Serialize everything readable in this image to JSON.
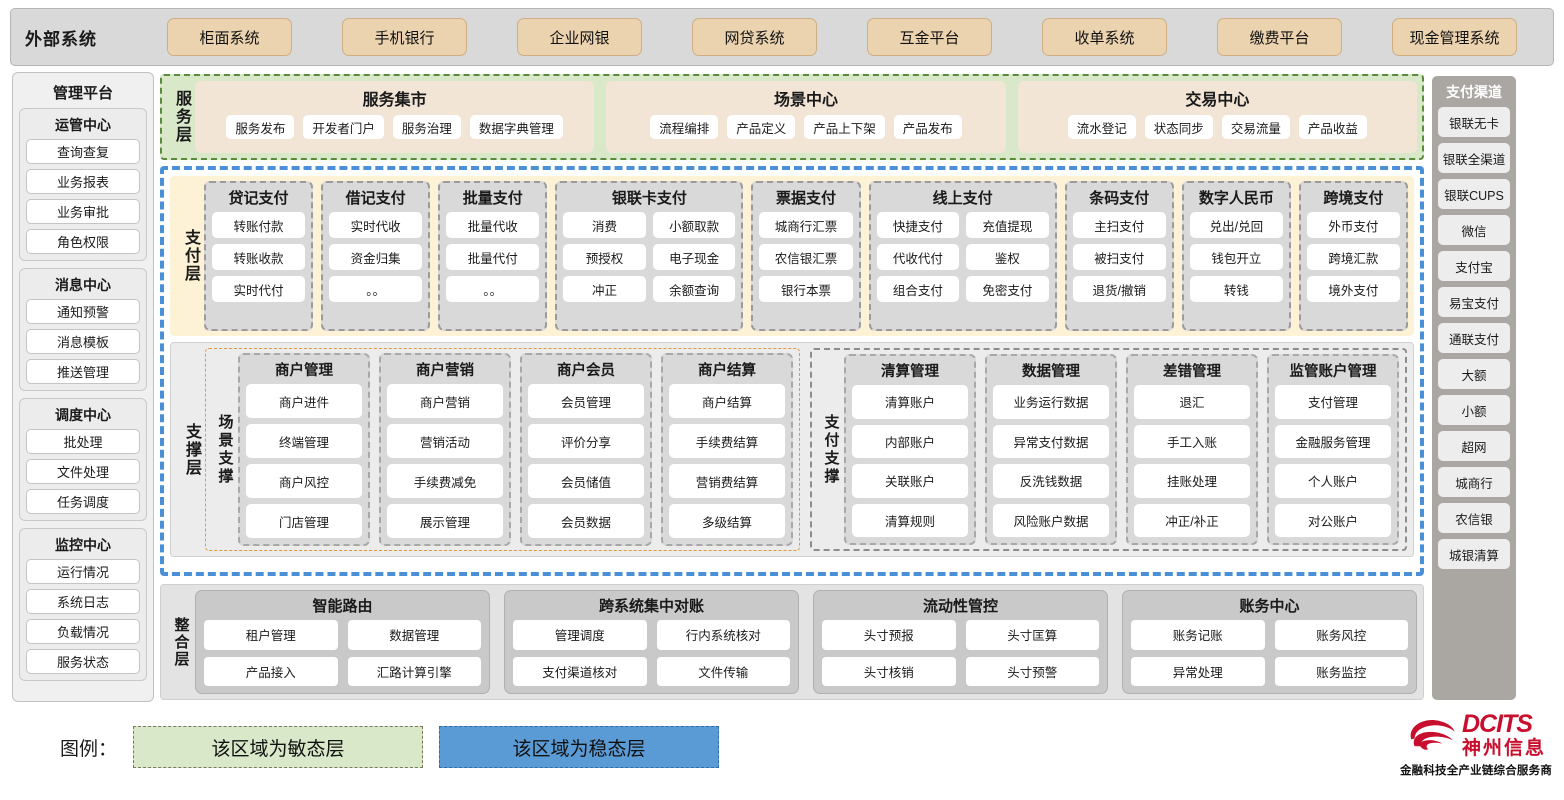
{
  "external": {
    "title": "外部系统",
    "items": [
      "柜面系统",
      "手机银行",
      "企业网银",
      "网贷系统",
      "互金平台",
      "收单系统",
      "缴费平台",
      "现金管理系统"
    ]
  },
  "management": {
    "title": "管理平台",
    "groups": [
      {
        "title": "运管中心",
        "items": [
          "查询查复",
          "业务报表",
          "业务审批",
          "角色权限"
        ]
      },
      {
        "title": "消息中心",
        "items": [
          "通知预警",
          "消息模板",
          "推送管理"
        ]
      },
      {
        "title": "调度中心",
        "items": [
          "批处理",
          "文件处理",
          "任务调度"
        ]
      },
      {
        "title": "监控中心",
        "items": [
          "运行情况",
          "系统日志",
          "负载情况",
          "服务状态"
        ]
      }
    ]
  },
  "channels": {
    "title": "支付渠道",
    "items": [
      "银联无卡",
      "银联全渠道",
      "银联CUPS",
      "微信",
      "支付宝",
      "易宝支付",
      "通联支付",
      "大额",
      "小额",
      "超网",
      "城商行",
      "农信银",
      "城银清算"
    ]
  },
  "service_layer": {
    "label": "服务层",
    "groups": [
      {
        "title": "服务集市",
        "items": [
          "服务发布",
          "开发者门户",
          "服务治理",
          "数据字典管理"
        ]
      },
      {
        "title": "场景中心",
        "items": [
          "流程编排",
          "产品定义",
          "产品上下架",
          "产品发布"
        ]
      },
      {
        "title": "交易中心",
        "items": [
          "流水登记",
          "状态同步",
          "交易流量",
          "产品收益"
        ]
      }
    ]
  },
  "payment_layer": {
    "label": "支付层",
    "columns": [
      {
        "title": "贷记支付",
        "cols": [
          [
            "转账付款",
            "转账收款",
            "实时代付"
          ]
        ]
      },
      {
        "title": "借记支付",
        "cols": [
          [
            "实时代收",
            "资金归集",
            "。。"
          ]
        ]
      },
      {
        "title": "批量支付",
        "cols": [
          [
            "批量代收",
            "批量代付",
            "。。"
          ]
        ]
      },
      {
        "title": "银联卡支付",
        "cols": [
          [
            "消费",
            "预授权",
            "冲正"
          ],
          [
            "小额取款",
            "电子现金",
            "余额查询"
          ]
        ]
      },
      {
        "title": "票据支付",
        "cols": [
          [
            "城商行汇票",
            "农信银汇票",
            "银行本票"
          ]
        ]
      },
      {
        "title": "线上支付",
        "cols": [
          [
            "快捷支付",
            "代收代付",
            "组合支付"
          ],
          [
            "充值提现",
            "鉴权",
            "免密支付"
          ]
        ]
      },
      {
        "title": "条码支付",
        "cols": [
          [
            "主扫支付",
            "被扫支付",
            "退货/撤销"
          ]
        ]
      },
      {
        "title": "数字人民币",
        "cols": [
          [
            "兑出/兑回",
            "钱包开立",
            "转钱"
          ]
        ]
      },
      {
        "title": "跨境支付",
        "cols": [
          [
            "外币支付",
            "跨境汇款",
            "境外支付"
          ]
        ]
      }
    ]
  },
  "support_layer": {
    "label": "支撑层",
    "scene": {
      "label": "场景支撑",
      "columns": [
        {
          "title": "商户管理",
          "items": [
            "商户进件",
            "终端管理",
            "商户风控",
            "门店管理"
          ]
        },
        {
          "title": "商户营销",
          "items": [
            "商户营销",
            "营销活动",
            "手续费减免",
            "展示管理"
          ]
        },
        {
          "title": "商户会员",
          "items": [
            "会员管理",
            "评价分享",
            "会员储值",
            "会员数据"
          ]
        },
        {
          "title": "商户结算",
          "items": [
            "商户结算",
            "手续费结算",
            "营销费结算",
            "多级结算"
          ]
        }
      ]
    },
    "payment_support": {
      "label": "支付支撑",
      "columns": [
        {
          "title": "清算管理",
          "items": [
            "清算账户",
            "内部账户",
            "关联账户",
            "清算规则"
          ]
        },
        {
          "title": "数据管理",
          "items": [
            "业务运行数据",
            "异常支付数据",
            "反洗钱数据",
            "风险账户数据"
          ]
        },
        {
          "title": "差错管理",
          "items": [
            "退汇",
            "手工入账",
            "挂账处理",
            "冲正/补正"
          ]
        },
        {
          "title": "监管账户管理",
          "items": [
            "支付管理",
            "金融服务管理",
            "个人账户",
            "对公账户"
          ]
        }
      ]
    }
  },
  "integration_layer": {
    "label": "整合层",
    "groups": [
      {
        "title": "智能路由",
        "items": [
          "租户管理",
          "数据管理",
          "产品接入",
          "汇路计算引擎"
        ]
      },
      {
        "title": "跨系统集中对账",
        "items": [
          "管理调度",
          "行内系统核对",
          "支付渠道核对",
          "文件传输"
        ]
      },
      {
        "title": "流动性管控",
        "items": [
          "头寸预报",
          "头寸匡算",
          "头寸核销",
          "头寸预警"
        ]
      },
      {
        "title": "账务中心",
        "items": [
          "账务记账",
          "账务风控",
          "异常处理",
          "账务监控"
        ]
      }
    ]
  },
  "legend": {
    "label": "图例：",
    "agile_text": "该区域为敏态层",
    "stable_text": "该区域为稳态层",
    "agile_color": "#d8e8c8",
    "stable_color": "#5b9bd5"
  },
  "logo": {
    "en": "DCITS",
    "cn": "神州信息",
    "slogan": "金融科技全产业链综合服务商",
    "color": "#c8102e"
  }
}
